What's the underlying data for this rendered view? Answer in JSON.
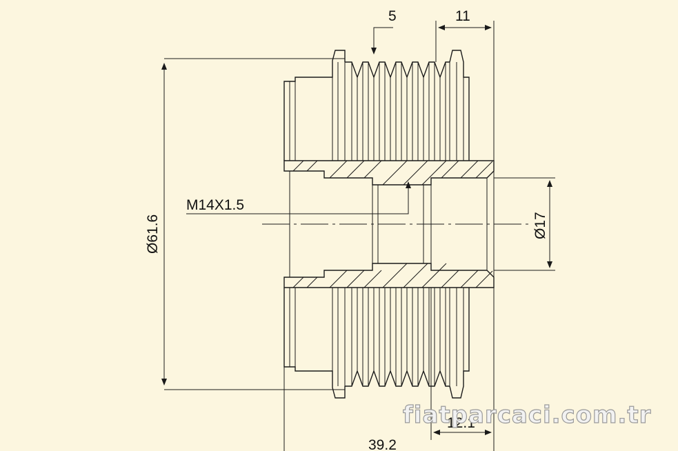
{
  "colors": {
    "background": "#fcf6df",
    "line": "#1a1a1a",
    "watermark_fill": "#f2f2f2",
    "watermark_stroke": "#9a9a9a"
  },
  "dimensions": {
    "groove_pitch": "5",
    "flange_width": "11",
    "outer_diameter": "Ø61.6",
    "thread": "M14X1.5",
    "bore_diameter": "Ø17",
    "hub_length": "12.1",
    "overall_length": "39.2"
  },
  "watermark": "fiatparcaci.com.tr"
}
